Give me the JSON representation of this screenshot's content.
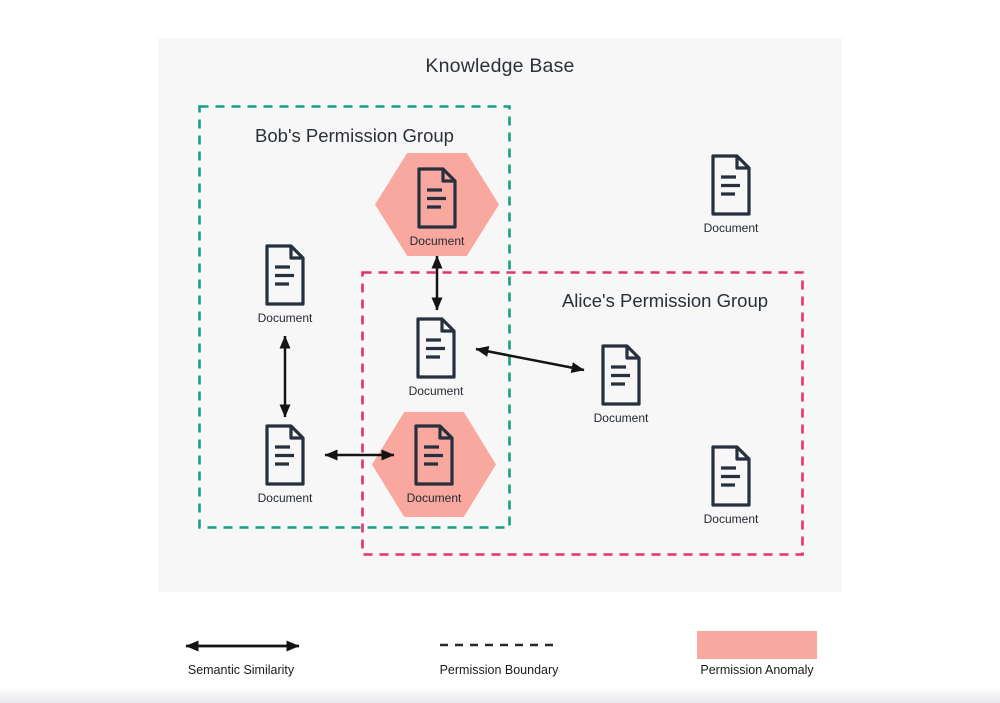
{
  "title": "Knowledge Base",
  "groups": {
    "bob": {
      "title": "Bob's Permission Group",
      "boundary_color": "#16a085"
    },
    "alice": {
      "title": "Alice's Permission Group",
      "boundary_color": "#e5326e"
    }
  },
  "documents": [
    {
      "id": "bob-anomaly-top",
      "label": "Document",
      "anomaly": true
    },
    {
      "id": "outside-top-right",
      "label": "Document",
      "anomaly": false
    },
    {
      "id": "bob-upper-left",
      "label": "Document",
      "anomaly": false
    },
    {
      "id": "shared-center",
      "label": "Document",
      "anomaly": false
    },
    {
      "id": "alice-middle",
      "label": "Document",
      "anomaly": false
    },
    {
      "id": "bob-bottom-left",
      "label": "Document",
      "anomaly": false
    },
    {
      "id": "shared-anomaly-bottom",
      "label": "Document",
      "anomaly": true
    },
    {
      "id": "alice-bottom-right",
      "label": "Document",
      "anomaly": false
    }
  ],
  "legend": [
    {
      "symbol": "double-arrow",
      "label": "Semantic Similarity"
    },
    {
      "symbol": "dashed-line",
      "label": "Permission Boundary"
    },
    {
      "symbol": "pink-swatch",
      "label": "Permission Anomaly"
    }
  ],
  "colors": {
    "panel_background": "#f7f7f8",
    "bob_boundary": "#16a085",
    "alice_boundary": "#e5326e",
    "anomaly_fill": "#f9a8a0",
    "document_icon": "#26303e",
    "arrow": "#141414"
  }
}
